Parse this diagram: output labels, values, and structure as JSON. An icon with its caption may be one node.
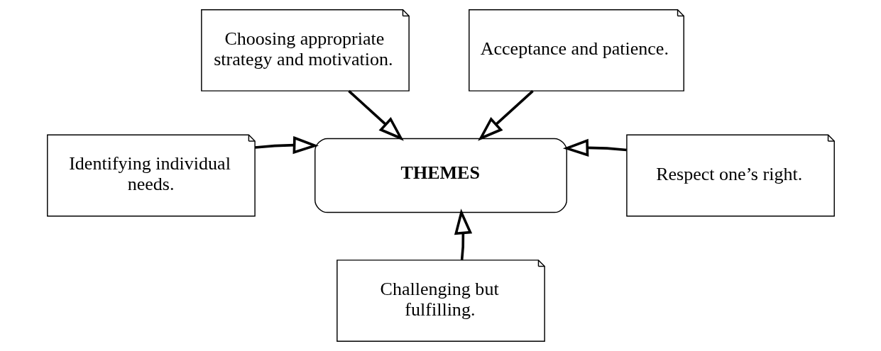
{
  "diagram": {
    "nodes": [
      {
        "text": [
          "THEMES"
        ]
      },
      {
        "text": [
          "Choosing appropriate strategy and motivation."
        ]
      },
      {
        "text": [
          "Acceptance and patience."
        ]
      },
      {
        "text": [
          "Identifying individual needs."
        ]
      },
      {
        "text": [
          "Respect one’s right."
        ]
      },
      {
        "text": [
          "Challenging but fulfilling."
        ]
      }
    ],
    "edges": [
      {
        "from": 1,
        "to": 0,
        "arrow": "to"
      },
      {
        "from": 2,
        "to": 0,
        "arrow": "to"
      },
      {
        "from": 3,
        "to": 0,
        "arrow": "to"
      },
      {
        "from": 4,
        "to": 0,
        "arrow": "to"
      },
      {
        "from": 5,
        "to": 0,
        "arrow": "to"
      }
    ]
  }
}
